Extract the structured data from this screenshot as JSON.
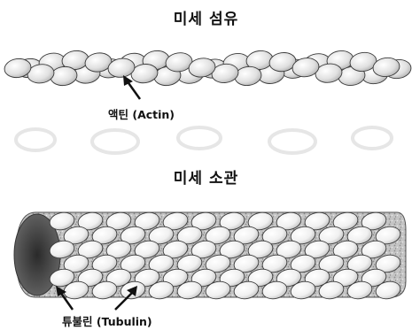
{
  "microfilament": {
    "title": "미세 섬유",
    "label": "액틴 (Actin)"
  },
  "microtubule": {
    "title": "미세 소관",
    "label": "튜불린 (Tubulin)"
  },
  "colors": {
    "bead_light": "#f2f2f2",
    "bead_dark": "#bdbdbd",
    "speckle": "#9a9a9a",
    "outline": "#333333"
  }
}
